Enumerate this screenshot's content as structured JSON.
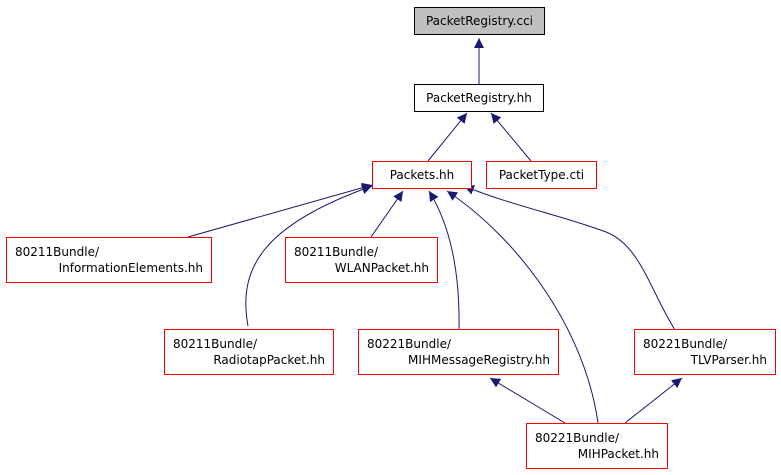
{
  "nodes": {
    "packetregistry_cci": {
      "label": "PacketRegistry.cci"
    },
    "packetregistry_hh": {
      "label": "PacketRegistry.hh"
    },
    "packets_hh": {
      "label": "Packets.hh"
    },
    "packettype_cti": {
      "label": "PacketType.cti"
    },
    "informationelements": {
      "line1": "80211Bundle/",
      "line2": "InformationElements.hh"
    },
    "wlanpacket": {
      "line1": "80211Bundle/",
      "line2": "WLANPacket.hh"
    },
    "radiotappacket": {
      "line1": "80211Bundle/",
      "line2": "RadiotapPacket.hh"
    },
    "mihmessageregistry": {
      "line1": "80221Bundle/",
      "line2": "MIHMessageRegistry.hh"
    },
    "tlvparser": {
      "line1": "80221Bundle/",
      "line2": "TLVParser.hh"
    },
    "mihpacket": {
      "line1": "80221Bundle/",
      "line2": "MIHPacket.hh"
    }
  },
  "colors": {
    "edge": "#191970",
    "highlight_border": "#ff0000",
    "plain_border": "#000000",
    "root_fill": "#bfbfbf"
  }
}
